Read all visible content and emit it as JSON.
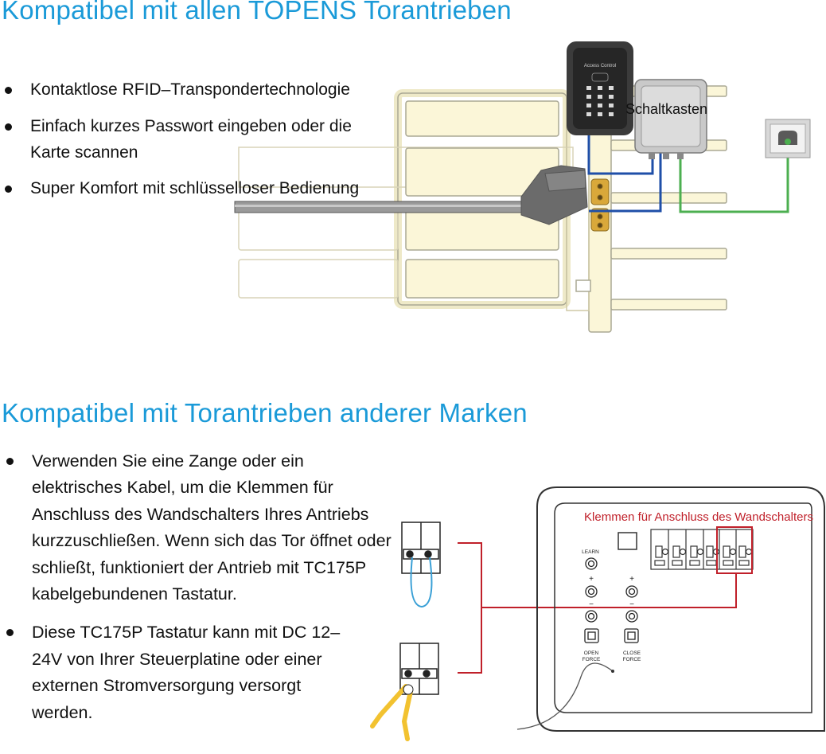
{
  "section1": {
    "heading": "Kompatibel mit allen TOPENS Torantrieben",
    "bullets": [
      "Kontaktlose RFID–Transpondertechnologie",
      "Einfach kurzes Passwort eingeben oder die Karte scannen",
      "Super Komfort mit schlüsselloser Bedienung"
    ],
    "diagram": {
      "keypad_brand": "Access Control",
      "control_box_label": "Schaltkasten"
    }
  },
  "section2": {
    "heading": "Kompatibel mit Torantrieben anderer Marken",
    "bullets": [
      "Verwenden Sie eine Zange oder ein elektrisches Kabel, um die Klemmen für Anschluss des Wandschalters Ihres Antriebs kurzzuschließen. Wenn sich das Tor öffnet oder schließt, funktioniert der Antrieb mit TC175P kabelgebundenen Tastatur.",
      "Diese TC175P Tastatur kann mit DC 12–24V von Ihrer Steuerplatine oder einer externen Stromversorgung versorgt werden."
    ],
    "diagram": {
      "terminal_label": "Klemmen für Anschluss des Wandschalters",
      "learn_label": "LEARN",
      "plus": "+",
      "minus": "−",
      "open_force": [
        "OPEN",
        "FORCE"
      ],
      "close_force": [
        "CLOSE",
        "FORCE"
      ]
    }
  },
  "colors": {
    "heading": "#1a9ad8",
    "wire_blue": "#1f4fa8",
    "wire_green": "#4caf50",
    "wire_red": "#c0202a",
    "gate_fill": "#fbf6d8"
  }
}
